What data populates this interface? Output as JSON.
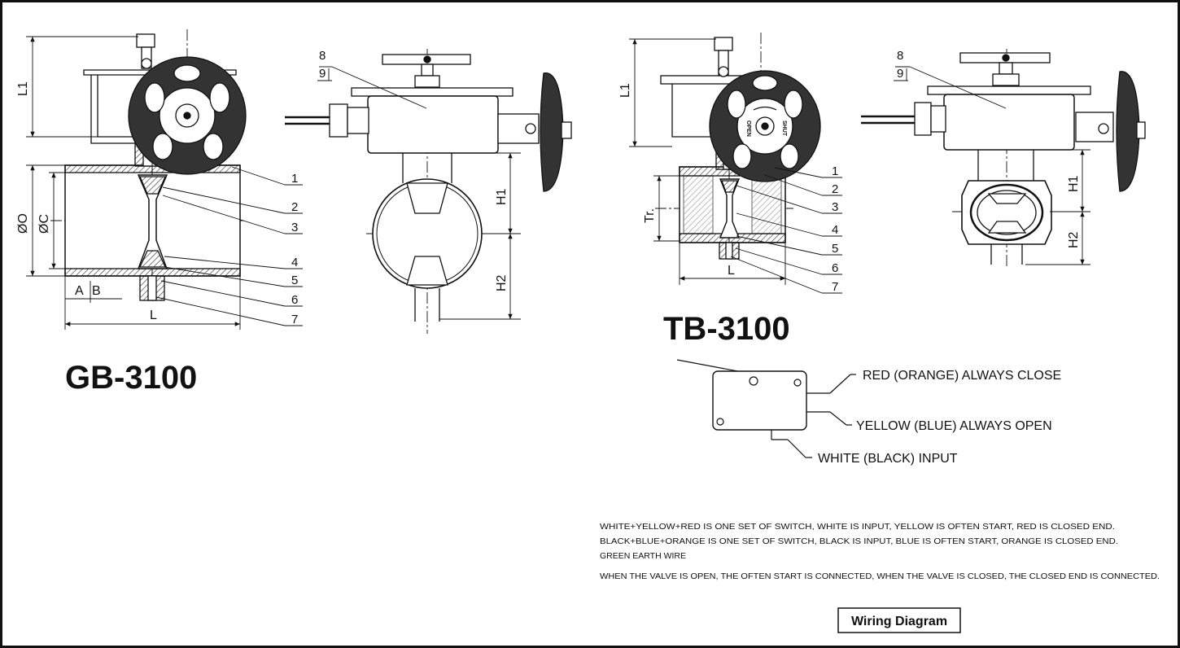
{
  "models": {
    "gb": "GB-3100",
    "tb": "TB-3100"
  },
  "callouts": [
    "1",
    "2",
    "3",
    "4",
    "5",
    "6",
    "7",
    "8",
    "9"
  ],
  "dimensions": {
    "L1": "L1",
    "OD": "ØO",
    "C": "ØC",
    "A": "A",
    "B": "B",
    "L": "L",
    "H1": "H1",
    "H2": "H2",
    "Tr": "Tr."
  },
  "wiring": {
    "red": "RED (ORANGE) ALWAYS CLOSE",
    "yellow": "YELLOW (BLUE) ALWAYS OPEN",
    "white": "WHITE (BLACK) INPUT"
  },
  "notes": [
    "WHITE+YELLOW+RED IS ONE SET OF SWITCH, WHITE IS INPUT, YELLOW IS OFTEN START, RED IS CLOSED END.",
    "BLACK+BLUE+ORANGE IS ONE SET OF SWITCH, BLACK IS INPUT, BLUE IS OFTEN START, ORANGE IS CLOSED END.",
    "GREEN EARTH WIRE",
    "WHEN THE VALVE IS OPEN, THE OFTEN START IS CONNECTED, WHEN THE VALVE IS CLOSED, THE CLOSED END IS CONNECTED."
  ],
  "caption": "Wiring Diagram",
  "handwheel_text": {
    "open": "OPEN",
    "shut": "SHUT"
  },
  "colors": {
    "line": "#111111",
    "hatch": "#444444",
    "background": "#ffffff"
  }
}
